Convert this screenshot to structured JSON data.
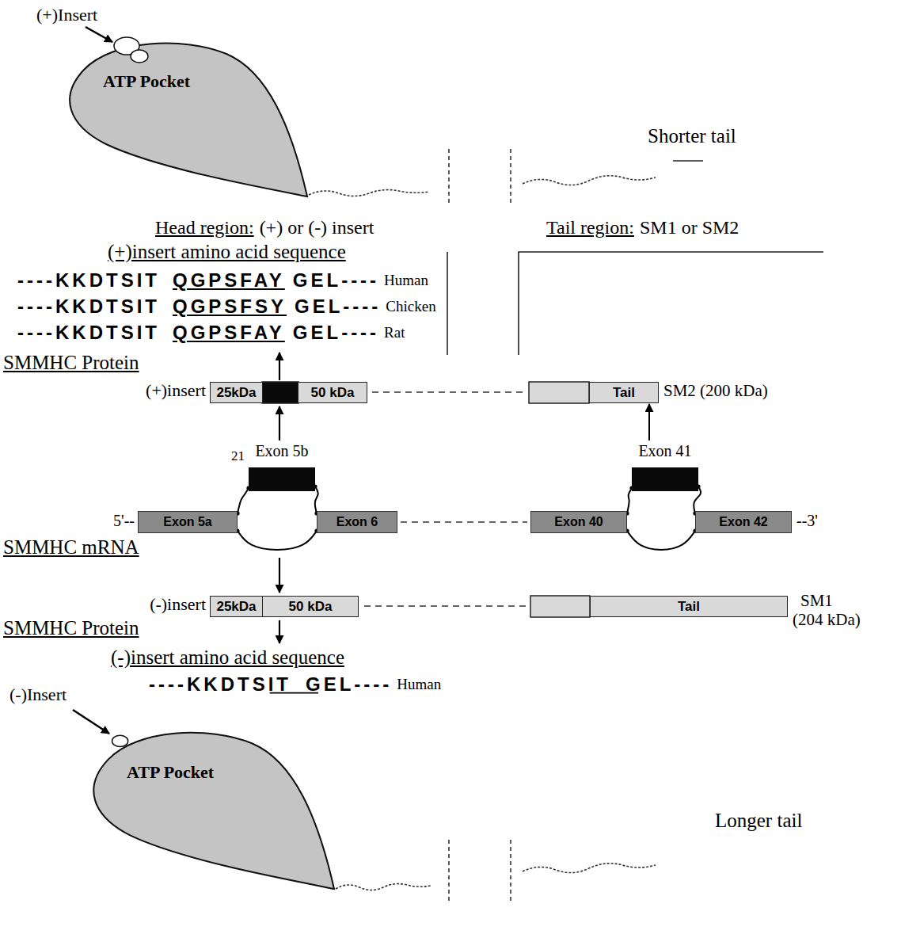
{
  "diagram": {
    "nodes": [
      {
        "text": [
          "ATP Pocket"
        ]
      },
      {
        "text": [
          "25kDa"
        ]
      },
      {
        "text": [
          "50 kDa"
        ]
      },
      {
        "text": [
          "Tail"
        ]
      },
      {
        "text": [
          "Exon 5b"
        ]
      },
      {
        "text": [
          "Exon 41"
        ]
      },
      {
        "text": [
          "Exon 5a"
        ]
      },
      {
        "text": [
          "Exon 6"
        ]
      },
      {
        "text": [
          "Exon 40"
        ]
      },
      {
        "text": [
          "Exon 42"
        ]
      },
      {
        "text": [
          "25kDa"
        ]
      },
      {
        "text": [
          "50 kDa"
        ]
      },
      {
        "text": [
          "Tail"
        ]
      },
      {
        "text": [
          "ATP Pocket"
        ]
      }
    ],
    "edges": [
      {
        "from": 6,
        "to": 4,
        "arrow": "none"
      },
      {
        "from": 4,
        "to": 7,
        "arrow": "none"
      },
      {
        "from": 6,
        "to": 7,
        "arrow": "none"
      },
      {
        "from": 8,
        "to": 5,
        "arrow": "none"
      },
      {
        "from": 5,
        "to": 9,
        "arrow": "none"
      },
      {
        "from": 8,
        "to": 9,
        "arrow": "none"
      },
      {
        "from": 5,
        "to": 3,
        "arrow": "to"
      }
    ],
    "labels": [
      "(+)Insert",
      "Shorter tail",
      "Head region:",
      "(+) or (-) insert",
      "Tail region:",
      "SM1 or SM2",
      "(+)insert amino acid sequence",
      "----KKDTSIT",
      "QGPSFAY",
      "GEL----",
      "Human",
      "----KKDTSIT",
      "QGPSFSY",
      "GEL----",
      "Chicken",
      "----KKDTSIT",
      "QGPSFAY",
      "GEL----",
      "Rat",
      "SMMHC Protein",
      "(+)insert",
      "SM2 (200 kDa)",
      "21",
      "5'--",
      "--3'",
      "SMMHC mRNA",
      "(-)insert",
      "SM1 (204 kDa)",
      "SMMHC Protein",
      "(-)insert amino acid sequence",
      "----KKDTS",
      "IT",
      "GEL----",
      "Human",
      "(-)Insert",
      "Longer tail"
    ]
  }
}
